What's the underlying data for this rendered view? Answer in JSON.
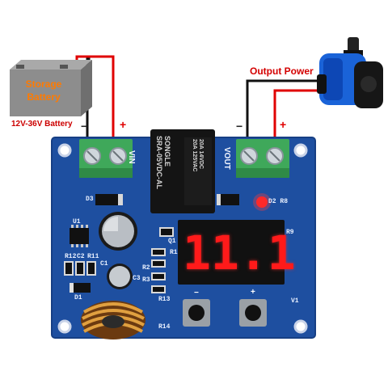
{
  "labels": {
    "storage_battery": "Storage Battery",
    "battery_range": "12V-36V Battery",
    "output_power": "Output Power",
    "minus": "−",
    "plus": "+"
  },
  "board": {
    "vin": "VIN",
    "vout": "VOUT",
    "d3": "D3",
    "d2_r8": "D2 R8",
    "d1": "D1",
    "u1": "U1",
    "q1": "Q1",
    "r1": "R1",
    "r2": "R2",
    "r3": "R3",
    "r12": "R12",
    "c2": "C2",
    "r11": "R11",
    "c1": "C1",
    "c3": "C3",
    "r13": "R13",
    "r14": "R14",
    "r9": "R9",
    "v1": "V1",
    "relay_brand": "SONGLE",
    "relay_model": "SRA-05VDC-AL",
    "relay_rating1": "20A 14VDC",
    "relay_rating2": "20A 125VAC",
    "display_value": "11.1",
    "btn_minus": "−",
    "btn_plus": "+"
  },
  "colors": {
    "board": "#1e4fa0",
    "terminal": "#3fa85a",
    "wire_red": "#e00000",
    "wire_black": "#111111",
    "lcd": "#ff1a1a"
  }
}
